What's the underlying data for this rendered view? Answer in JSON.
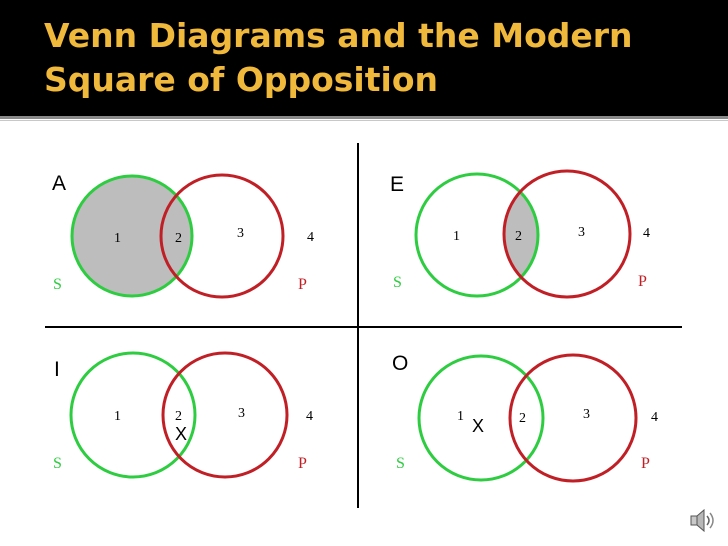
{
  "title_lines": [
    "Venn Diagrams and the Modern",
    "Square of Opposition"
  ],
  "colors": {
    "title": "#f0b93b",
    "circle_s": "#2ecc40",
    "circle_p": "#c01f25",
    "shade": "#bdbdbd",
    "axis": "#000000"
  },
  "quadrants": [
    {
      "id": "A",
      "label": "A",
      "s_label": "S",
      "p_label": "P",
      "regions": [
        "1",
        "2",
        "3",
        "4"
      ],
      "shaded_regions": [
        "1",
        "2"
      ],
      "x_mark": ""
    },
    {
      "id": "E",
      "label": "E",
      "s_label": "S",
      "p_label": "P",
      "regions": [
        "1",
        "2",
        "3",
        "4"
      ],
      "shaded_regions": [
        "2"
      ],
      "x_mark": ""
    },
    {
      "id": "I",
      "label": "I",
      "s_label": "S",
      "p_label": "P",
      "regions": [
        "1",
        "2",
        "3",
        "4"
      ],
      "shaded_regions": [],
      "x_mark": "X",
      "x_region": "2"
    },
    {
      "id": "O",
      "label": "O",
      "s_label": "S",
      "p_label": "P",
      "regions": [
        "1",
        "2",
        "3",
        "4"
      ],
      "shaded_regions": [],
      "x_mark": "X",
      "x_region": "1"
    }
  ],
  "speaker_icon": "speaker-icon"
}
